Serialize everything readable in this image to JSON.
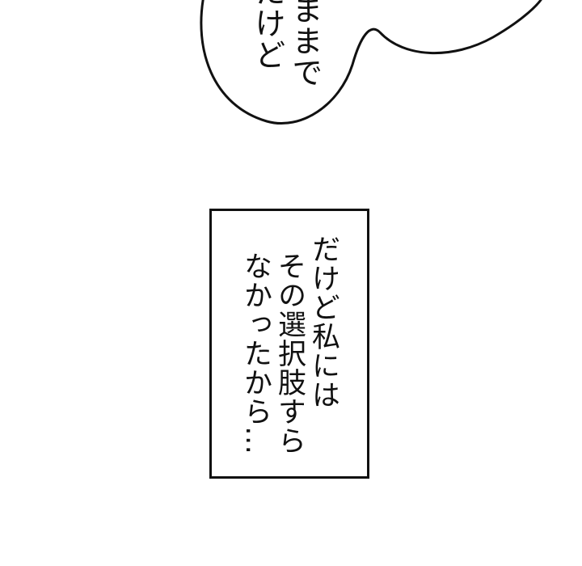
{
  "speech_bubble": {
    "lines": [
      "ままで",
      "たけど"
    ]
  },
  "caption_box": {
    "lines": [
      "だけど私には",
      "その選択肢すら",
      "なかったから…"
    ]
  },
  "colors": {
    "ink": "#111111",
    "background": "#ffffff"
  }
}
